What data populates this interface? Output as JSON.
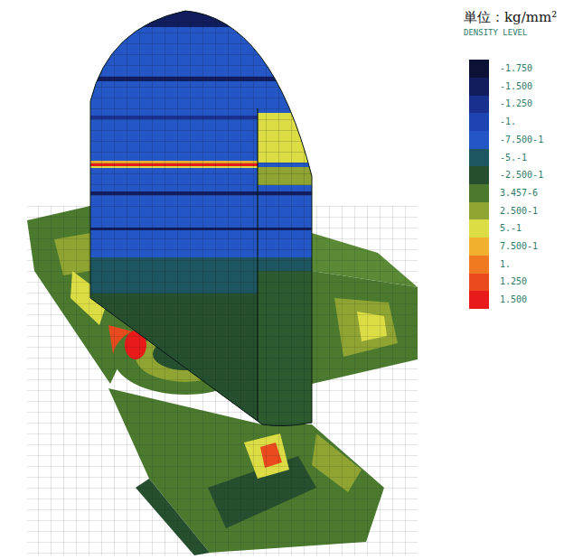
{
  "diagram": {
    "labels": [
      "単位：kg/mm²",
      "DENSITY LEVEL"
    ],
    "legend": [
      {
        "text": "-1.750",
        "color": "#0b1236"
      },
      {
        "text": "-1.500",
        "color": "#111d5e"
      },
      {
        "text": "-1.250",
        "color": "#19308e"
      },
      {
        "text": "-1.",
        "color": "#1e44b4"
      },
      {
        "text": "-7.500-1",
        "color": "#2456c6"
      },
      {
        "text": "-5.-1",
        "color": "#1d5560"
      },
      {
        "text": "-2.500-1",
        "color": "#254f2e"
      },
      {
        "text": "3.457-6",
        "color": "#4b7a2f"
      },
      {
        "text": "2.500-1",
        "color": "#8fa432"
      },
      {
        "text": "5.-1",
        "color": "#dcdc44"
      },
      {
        "text": "7.500-1",
        "color": "#f2b030"
      },
      {
        "text": "1.",
        "color": "#f07a22"
      },
      {
        "text": "1.250",
        "color": "#ea4a1e"
      },
      {
        "text": "1.500",
        "color": "#e81a1a"
      }
    ]
  }
}
